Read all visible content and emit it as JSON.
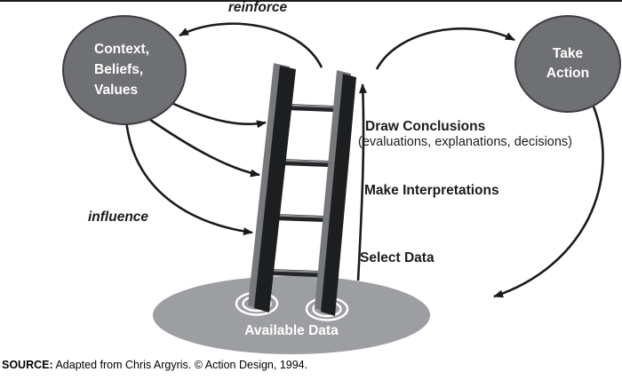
{
  "labels": {
    "reinforce": "reinforce",
    "influence": "influence",
    "draw_conclusions": "Draw Conclusions",
    "draw_conclusions_sub": "(evaluations, explanations, decisions)",
    "make_interpretations": "Make Interpretations",
    "select_data": "Select Data",
    "available_data": "Available Data"
  },
  "nodes": {
    "context": {
      "lines": [
        "Context,",
        "Beliefs,",
        "Values"
      ]
    },
    "take_action": {
      "lines": [
        "Take",
        "Action"
      ]
    }
  },
  "source": {
    "label": "SOURCE:",
    "text": "Adapted from Chris Argyris. © Action Design, 1994."
  },
  "colors": {
    "ink": "#1b1b1d",
    "node_fill": "#6f7073",
    "node_stroke": "#3e3e40",
    "pool_fill": "#9d9ea1",
    "rail_dark": "#1d1e20",
    "rail_bevel": "#77787b",
    "rung_highlight": "#8f9093"
  }
}
